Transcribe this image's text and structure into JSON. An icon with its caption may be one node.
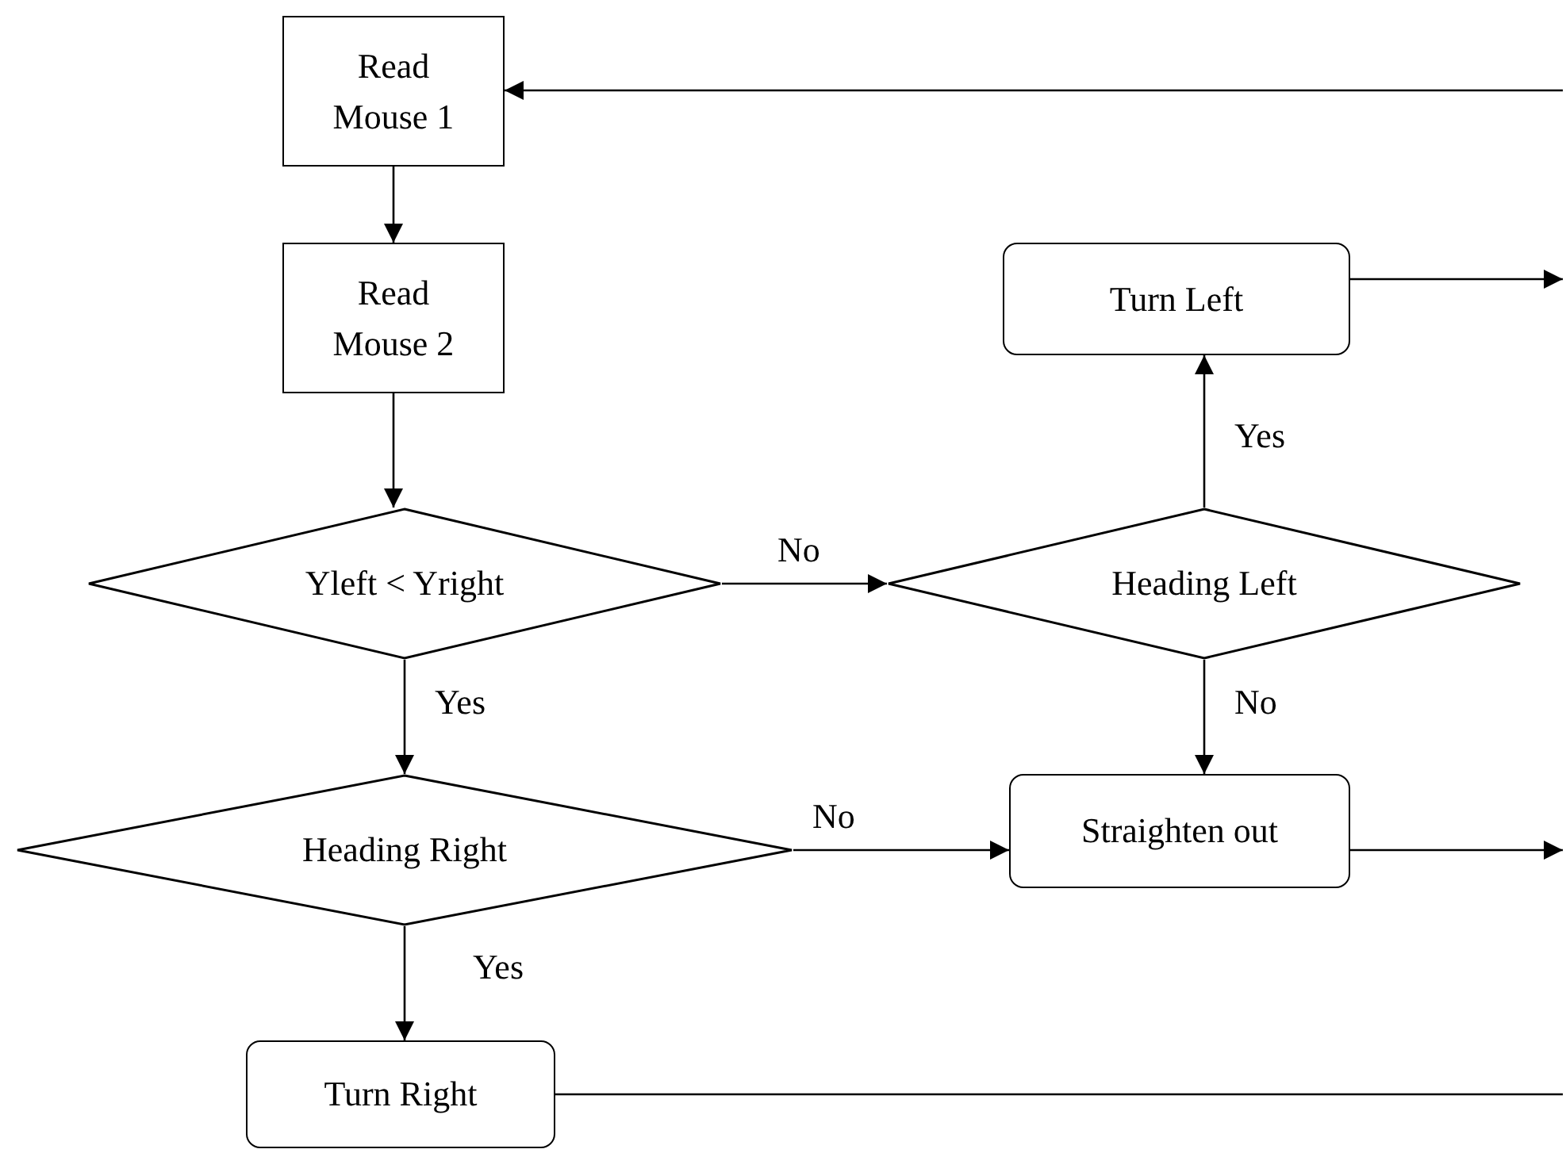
{
  "diagram": {
    "nodes": [
      {
        "text": [
          "Read Mouse 1"
        ]
      },
      {
        "text": [
          "Read Mouse 2"
        ]
      },
      {
        "text": [
          "Yleft < Yright"
        ]
      },
      {
        "text": [
          "Turn Left"
        ]
      },
      {
        "text": [
          "Heading Left"
        ]
      },
      {
        "text": [
          "Heading Right"
        ]
      },
      {
        "text": [
          "Straighten out"
        ]
      },
      {
        "text": [
          "Turn Right"
        ]
      }
    ],
    "edges": [
      {
        "from": 0,
        "to": 1,
        "arrow": "to"
      },
      {
        "from": 1,
        "to": 2,
        "arrow": "to"
      },
      {
        "from": 2,
        "to": 4,
        "arrow": "to",
        "label": "No"
      },
      {
        "from": 4,
        "to": 3,
        "arrow": "to",
        "label": "Yes"
      },
      {
        "from": 2,
        "to": 5,
        "arrow": "to",
        "label": "Yes"
      },
      {
        "from": 4,
        "to": 6,
        "arrow": "to",
        "label": "No"
      },
      {
        "from": 5,
        "to": 6,
        "arrow": "to",
        "label": "No"
      },
      {
        "from": 5,
        "to": 7,
        "arrow": "to",
        "label": "Yes"
      },
      {
        "from": 3,
        "to": null,
        "arrow": "to"
      },
      {
        "from": 6,
        "to": null,
        "arrow": "to"
      },
      {
        "from": 7,
        "to": null,
        "arrow": "none"
      },
      {
        "from": null,
        "to": 0,
        "arrow": "to"
      }
    ]
  }
}
